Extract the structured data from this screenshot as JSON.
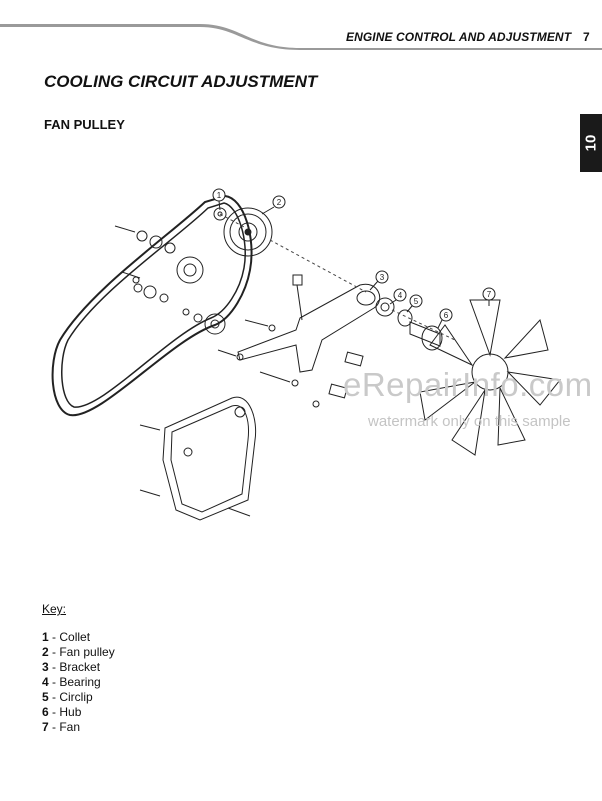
{
  "header": {
    "title": "ENGINE CONTROL AND ADJUSTMENT",
    "page_number": "7"
  },
  "section_title": "COOLING CIRCUIT ADJUSTMENT",
  "sub_title": "FAN PULLEY",
  "chapter_tab": "10",
  "diagram": {
    "callouts": [
      "1",
      "2",
      "3",
      "4",
      "5",
      "6",
      "7"
    ]
  },
  "watermark": {
    "main": "eRepairInfo.com",
    "sub": "watermark only on this sample"
  },
  "key": {
    "heading": "Key:",
    "items": [
      {
        "num": "1",
        "label": " - Collet"
      },
      {
        "num": "2",
        "label": " - Fan pulley"
      },
      {
        "num": "3",
        "label": " - Bracket"
      },
      {
        "num": "4",
        "label": " - Bearing"
      },
      {
        "num": "5",
        "label": " - Circlip"
      },
      {
        "num": "6",
        "label": " - Hub"
      },
      {
        "num": "7",
        "label": " - Fan"
      }
    ]
  }
}
